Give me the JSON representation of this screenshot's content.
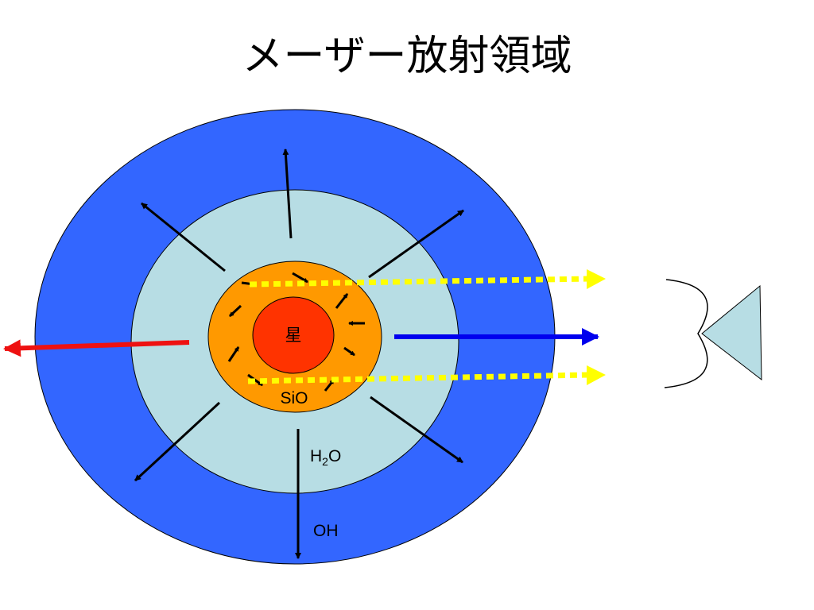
{
  "slide": {
    "title": "メーザー放射領域"
  },
  "diagram": {
    "star_label": "星",
    "sio_label": "SiO",
    "h2o_label_main": "H",
    "h2o_label_sub": "2",
    "h2o_label_tail": "O",
    "oh_label": "OH"
  },
  "colors": {
    "outer_shell": "#3366ff",
    "middle_shell": "#b7dde4",
    "inner_shell": "#ff9900",
    "star": "#ff3300",
    "red_arrow": "#ee1111",
    "blue_arrow": "#0000ee",
    "maser_ray": "#ffff00",
    "telescope": "#b7dde4"
  },
  "icons": {
    "telescope": "radio-telescope-icon"
  }
}
